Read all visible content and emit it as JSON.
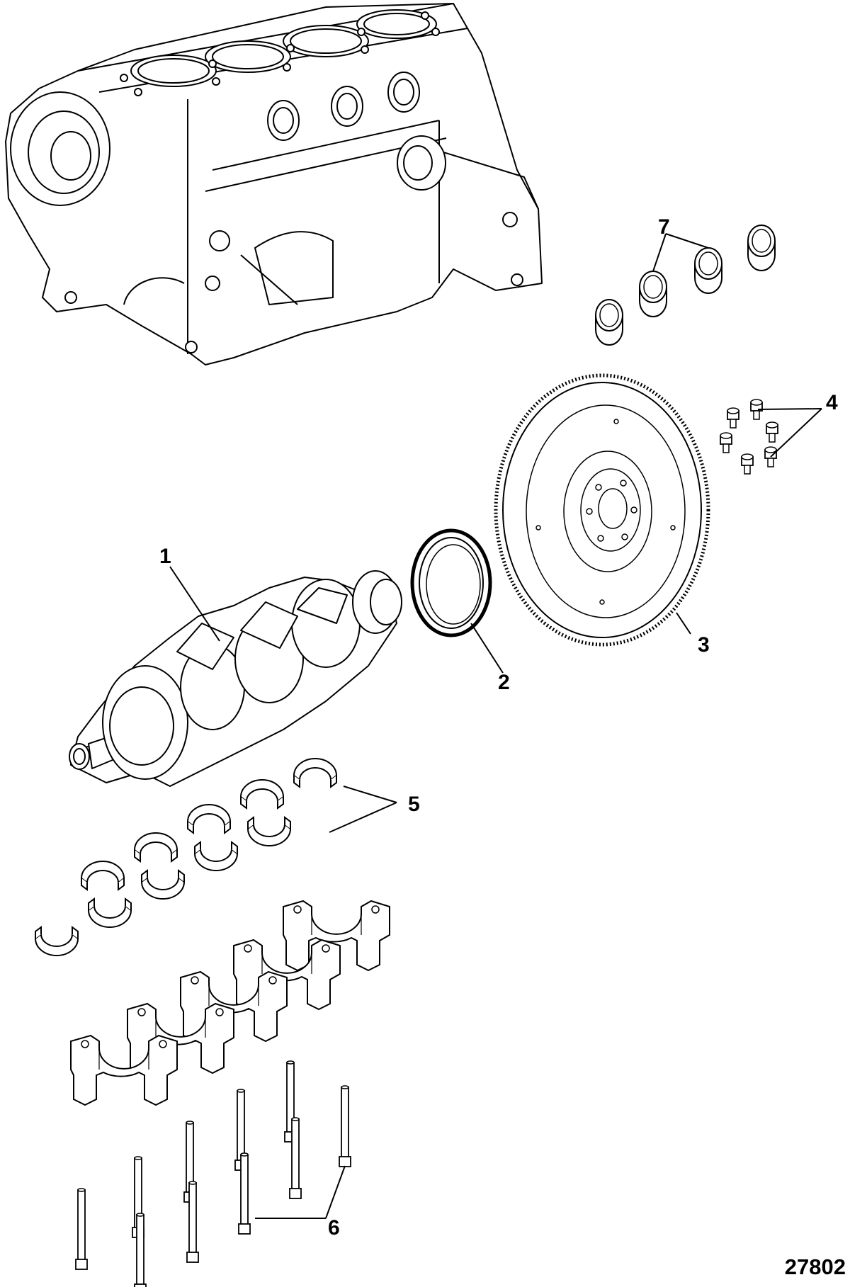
{
  "diagram": {
    "figure_number": "27802",
    "callouts": [
      {
        "id": "1",
        "label": "1"
      },
      {
        "id": "2",
        "label": "2"
      },
      {
        "id": "3",
        "label": "3"
      },
      {
        "id": "4",
        "label": "4"
      },
      {
        "id": "5",
        "label": "5"
      },
      {
        "id": "6",
        "label": "6"
      },
      {
        "id": "7",
        "label": "7"
      }
    ]
  }
}
